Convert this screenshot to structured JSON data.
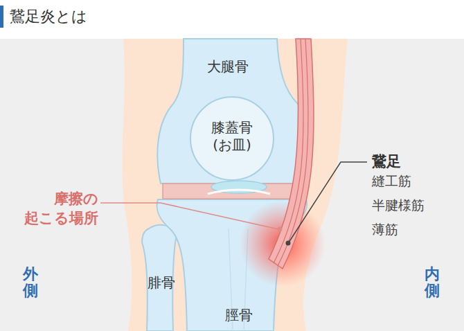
{
  "diagram": {
    "title": "鵞足炎とは",
    "labels": [
      "大腿骨",
      "膝蓋骨 (お皿)",
      "摩擦の 起こる場所",
      "鵞足",
      "縫工筋",
      "半腱様筋",
      "薄筋",
      "外側",
      "内側",
      "腓骨",
      "脛骨"
    ]
  }
}
